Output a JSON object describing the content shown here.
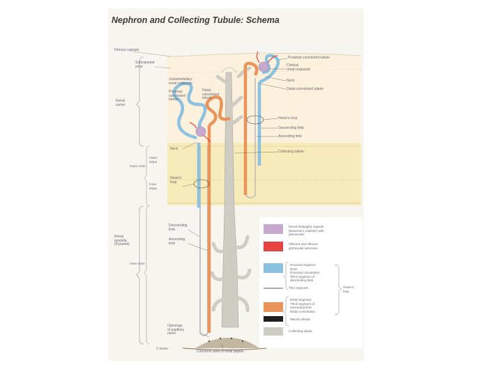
{
  "title": "Nephron and Collecting Tubule: Schema",
  "left_labels": {
    "fibrous_capsule": "Fibrous capsule",
    "subcapsular_zone": "Subcapsular\nzone",
    "renal_cortex": "Renal\ncortex",
    "outer_stripe": "Outer\nstripe",
    "outer_zone": "Outer zone",
    "inner_stripe": "Inner\nstripe",
    "renal_medulla": "Renal\nmedulla\n(Pyramid)",
    "inner_zone": "Inner zone"
  },
  "diagram_labels": {
    "juxtamedullary_corpuscle": "Juxtamedullary\nrenal corpuscle",
    "proximal_left": "Proximal\nconvoluted\ntubule",
    "distal_left": "Distal\nconvoluted\ntubule",
    "neck_left": "Neck",
    "henles_loop_left": "Henle's\nloop",
    "descending_limb_left": "Descending\nlimb",
    "ascending_limb_left": "Ascending\nlimb",
    "openings": "Openings\nof papillary\nducts",
    "cribriform": "Cribriform area of renal papilla",
    "copyright": "© Netter"
  },
  "right_labels": {
    "proximal_right": "Proximal convoluted tubule",
    "cortical_corpuscle": "Cortical\nrenal corpuscle",
    "neck_right": "Neck",
    "distal_right": "Distal convoluted tubule",
    "henles_loop_right": "Henle's loop",
    "descending_limb_right": "Descending limb",
    "ascending_limb_right": "Ascending limb",
    "collecting_tubule": "Collecting tubule"
  },
  "legend": {
    "items": [
      {
        "color": "#c7a9cf",
        "text": "Renal (Malpighi) capsule\n(Bowman's capsule) with\nglomerulus"
      },
      {
        "color": "#e5433f",
        "text": "Afferent and efferent\nglomerular arterioles"
      },
      {
        "color": "#8cc1e0",
        "text": "Proximal segment\nNeck\nProximal convolution\nThick segment of\ndescending limb"
      },
      {
        "color": "#555555",
        "text": "Thin segment"
      },
      {
        "color": "#e8945a",
        "text": "Distal segment\nThick segment of\nascending limb\nDistal convolution"
      },
      {
        "color": "#1e1e1e",
        "text": "Macula densa"
      },
      {
        "color": "#cfccc4",
        "text": "Collecting tubule"
      }
    ],
    "henles_loop_brace": "Henle's\nloop"
  }
}
